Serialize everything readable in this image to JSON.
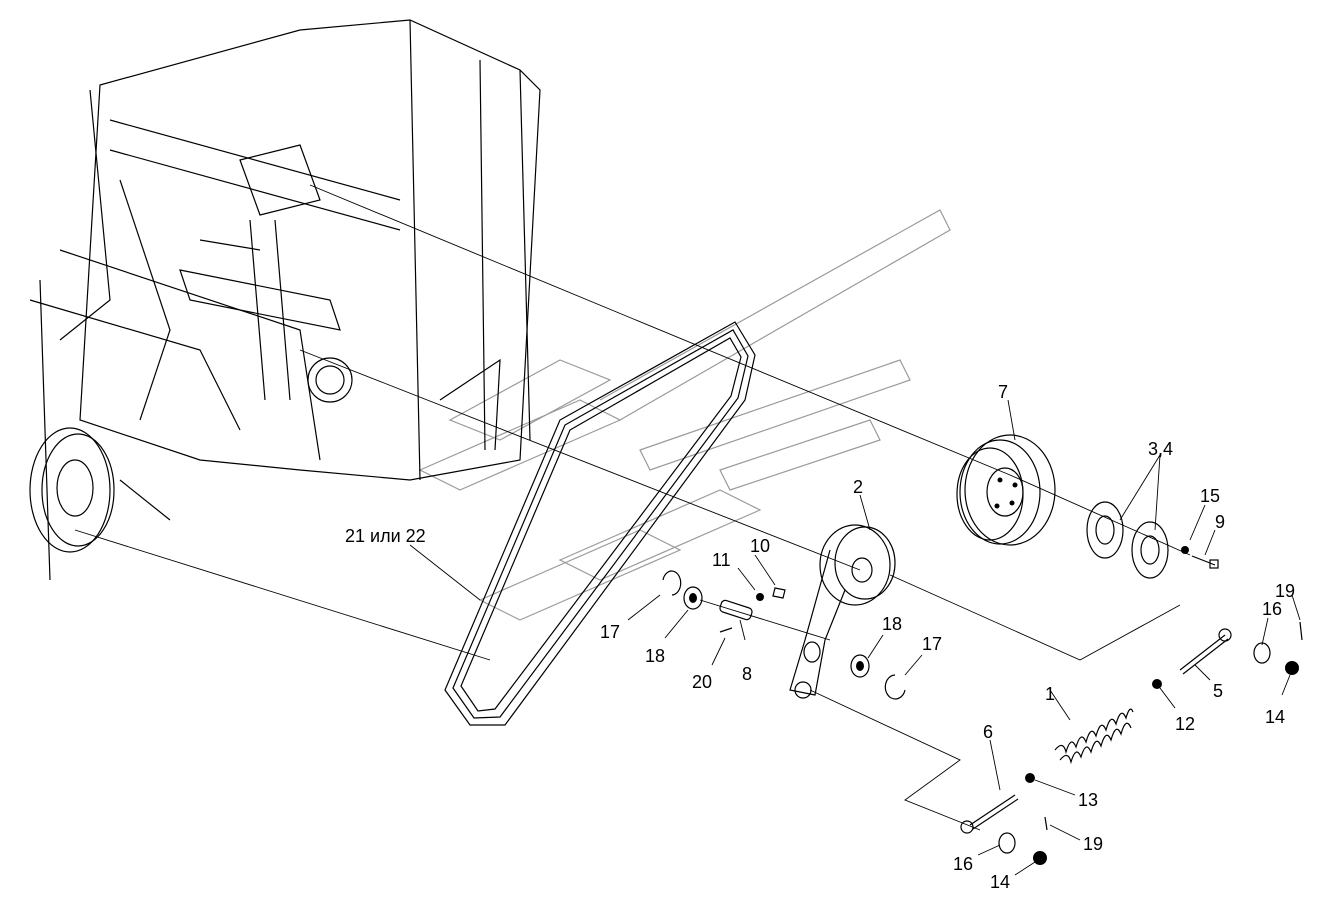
{
  "labels": {
    "p1": "1",
    "p2": "2",
    "p3_4": "3,4",
    "p5": "5",
    "p6": "6",
    "p7": "7",
    "p8": "8",
    "p9": "9",
    "p10": "10",
    "p11": "11",
    "p12": "12",
    "p13": "13",
    "p14a": "14",
    "p14b": "14",
    "p15": "15",
    "p16a": "16",
    "p16b": "16",
    "p17a": "17",
    "p17b": "17",
    "p18a": "18",
    "p18b": "18",
    "p19a": "19",
    "p19b": "19",
    "p20": "20",
    "p21_22": "21 или 22"
  }
}
